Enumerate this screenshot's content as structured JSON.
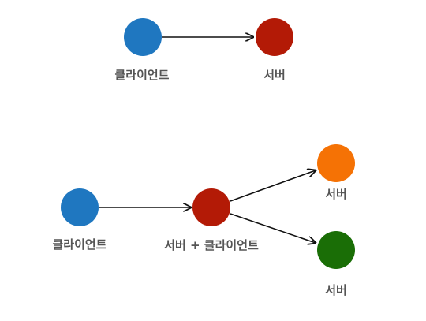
{
  "colors": {
    "client": "#1f77c0",
    "server": "#b31a06",
    "server_orange": "#f57205",
    "server_green": "#1a6e06",
    "arrow": "#111111",
    "label": "#555555"
  },
  "top": {
    "client_label": "클라이언트",
    "server_label": "서버"
  },
  "bottom": {
    "client_label": "클라이언트",
    "middle_label": "서버 + 클라이언트",
    "server_top_label": "서버",
    "server_bottom_label": "서버"
  }
}
